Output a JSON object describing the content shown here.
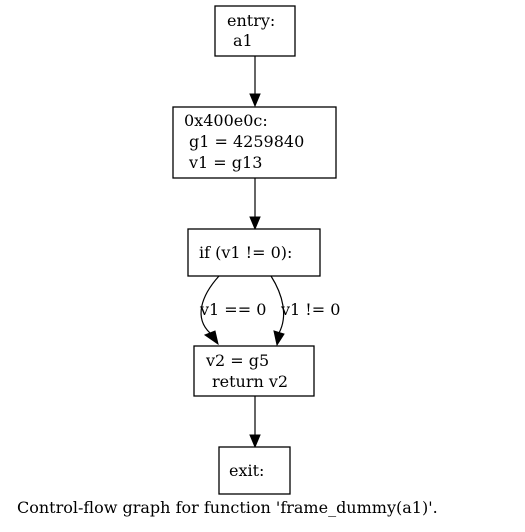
{
  "graph": {
    "caption": "Control-flow graph for function 'frame_dummy(a1)'.",
    "nodes": {
      "entry": {
        "lines": [
          "entry:",
          "a1"
        ]
      },
      "block_400e0c": {
        "lines": [
          "0x400e0c:",
          "g1 = 4259840",
          "v1 = g13"
        ]
      },
      "cond": {
        "lines": [
          "if (v1 != 0):"
        ]
      },
      "ret": {
        "lines": [
          "v2 = g5",
          "return v2"
        ]
      },
      "exit": {
        "lines": [
          "exit:"
        ]
      }
    },
    "edges": {
      "entry_to_block": {
        "label": ""
      },
      "block_to_cond": {
        "label": ""
      },
      "cond_eq_zero": {
        "label": "v1 == 0"
      },
      "cond_ne_zero": {
        "label": "v1 != 0"
      },
      "ret_to_exit": {
        "label": ""
      }
    }
  }
}
